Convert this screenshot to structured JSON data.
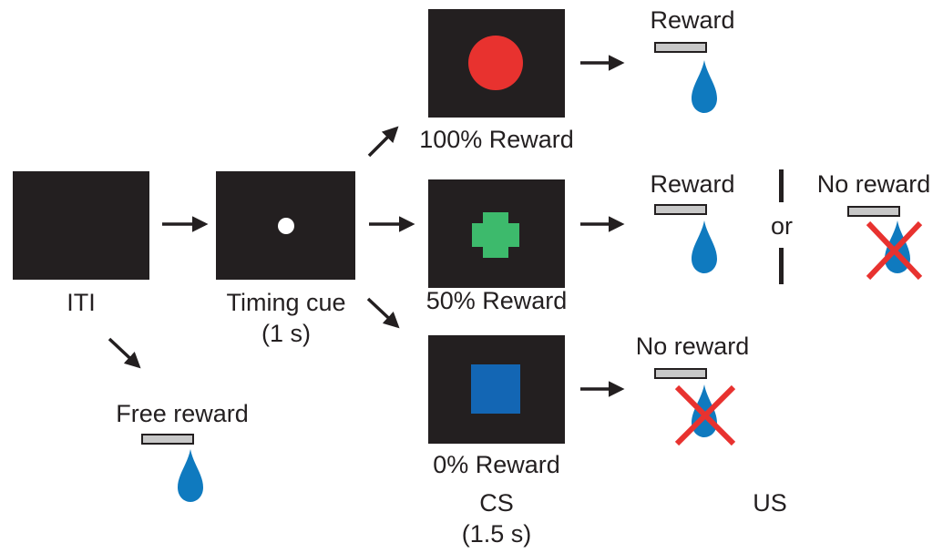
{
  "iti": {
    "label": "ITI"
  },
  "timing_cue": {
    "label": "Timing cue",
    "duration": "(1 s)"
  },
  "free_reward": {
    "label": "Free reward"
  },
  "cs": {
    "label": "CS",
    "duration": "(1.5 s)",
    "conditions": [
      {
        "label": "100% Reward",
        "stimulus": "circle",
        "color": "#e8322f"
      },
      {
        "label": "50% Reward",
        "stimulus": "cross",
        "color": "#3dba6c"
      },
      {
        "label": "0% Reward",
        "stimulus": "square",
        "color": "#1366b4"
      }
    ]
  },
  "us": {
    "label": "US",
    "outcomes": {
      "top": "Reward",
      "middle_reward": "Reward",
      "middle_or": "or",
      "middle_no_reward": "No reward",
      "bottom": "No reward"
    }
  },
  "colors": {
    "screen": "#231f20",
    "drop": "#0f7abf",
    "cross_out": "#e8322f",
    "lever": "#c8c8c8"
  }
}
